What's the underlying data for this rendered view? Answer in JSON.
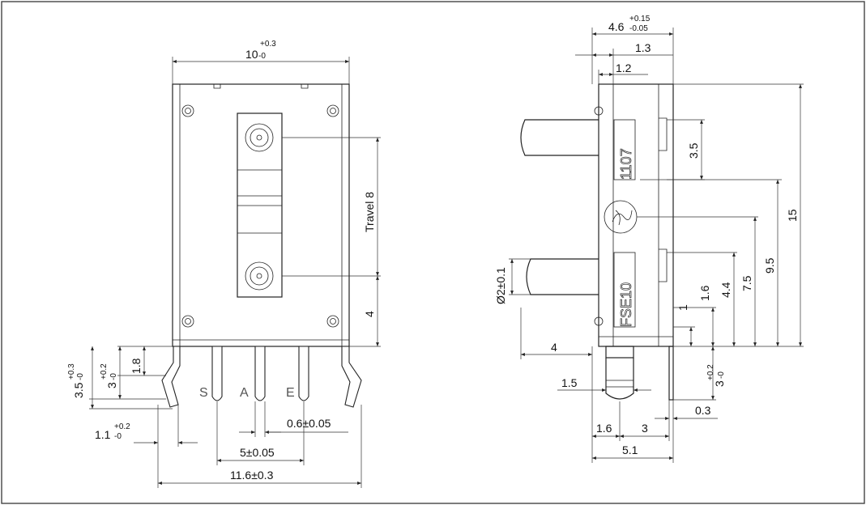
{
  "front_view": {
    "width_dim": "10",
    "width_tol_plus": "+0.3",
    "width_tol_minus": "-0",
    "travel_dim": "Travel 8",
    "bottom_dim": "4",
    "pin_dim_18": "1.8",
    "pin_dim_3": "3",
    "pin_dim_3_plus": "+0.2",
    "pin_dim_3_minus": "-0",
    "pin_dim_35": "3.5",
    "pin_dim_35_plus": "+0.3",
    "pin_dim_35_minus": "-0",
    "pin_dim_11": "1.1",
    "pin_dim_11_plus": "+0.2",
    "pin_dim_11_minus": "-0",
    "pin_width_dim": "0.6±0.05",
    "pin_pitch_dim": "5±0.05",
    "overall_width_dim": "11.6±0.3",
    "pin_labels": [
      "S",
      "A",
      "E"
    ]
  },
  "side_view": {
    "top_dim": "4.6",
    "top_tol_plus": "+0.15",
    "top_tol_minus": "-0.05",
    "dim_13": "1.3",
    "dim_12": "1.2",
    "dim_35": "3.5",
    "dim_15": "15",
    "dim_95": "9.5",
    "dim_75": "7.5",
    "dim_44": "4.4",
    "dim_16v": "1.6",
    "dim_1": "1",
    "dim_3r": "3",
    "dim_3r_plus": "+0.2",
    "dim_3r_minus": "-0",
    "diameter_dim": "Ø2±0.1",
    "dim_4": "4",
    "dim_15h": "1.5",
    "dim_16h": "1.6",
    "dim_3h": "3",
    "dim_03": "0.3",
    "dim_51": "5.1",
    "marking_top": "1107",
    "marking_bottom": "FSE10"
  }
}
